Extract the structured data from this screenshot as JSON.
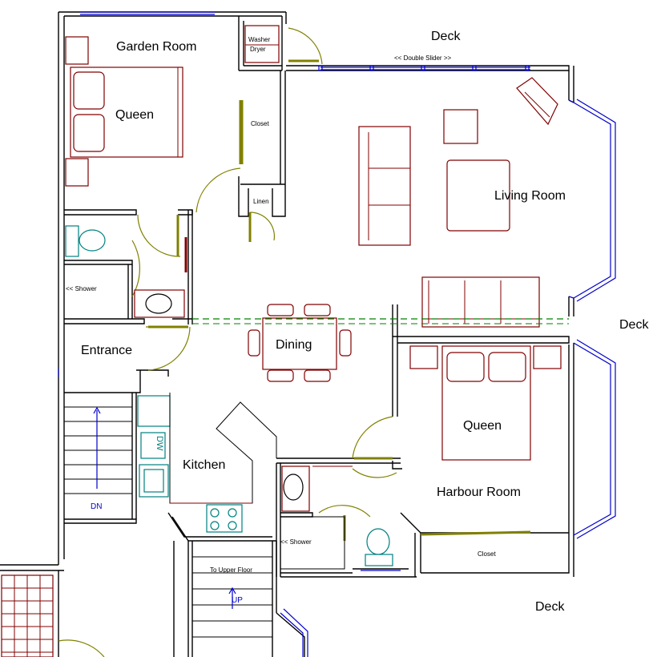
{
  "labels": {
    "deck_top": "Deck",
    "deck_right": "Deck",
    "deck_bottom": "Deck",
    "garden_room": "Garden Room",
    "queen_garden": "Queen",
    "washer_dryer_1": "Washer",
    "washer_dryer_2": "Dryer",
    "double_slider": "<< Double Slider >>",
    "closet_upper": "Closet",
    "linen": "Linen",
    "living_room": "Living Room",
    "shower_left": "<< Shower",
    "entrance": "Entrance",
    "dining": "Dining",
    "kitchen": "Kitchen",
    "dw": "DW",
    "queen_harbour": "Queen",
    "harbour_room": "Harbour Room",
    "shower_right": "<< Shower",
    "closet_lower": "Closet",
    "to_upper_floor": "To Upper Floor",
    "stair_dn": "DN",
    "stair_up": "UP"
  },
  "colors": {
    "wall": "#000000",
    "window": "#0000cc",
    "furniture": "#800000",
    "fixture": "#008080",
    "door": "#808000",
    "divider": "#008000"
  }
}
